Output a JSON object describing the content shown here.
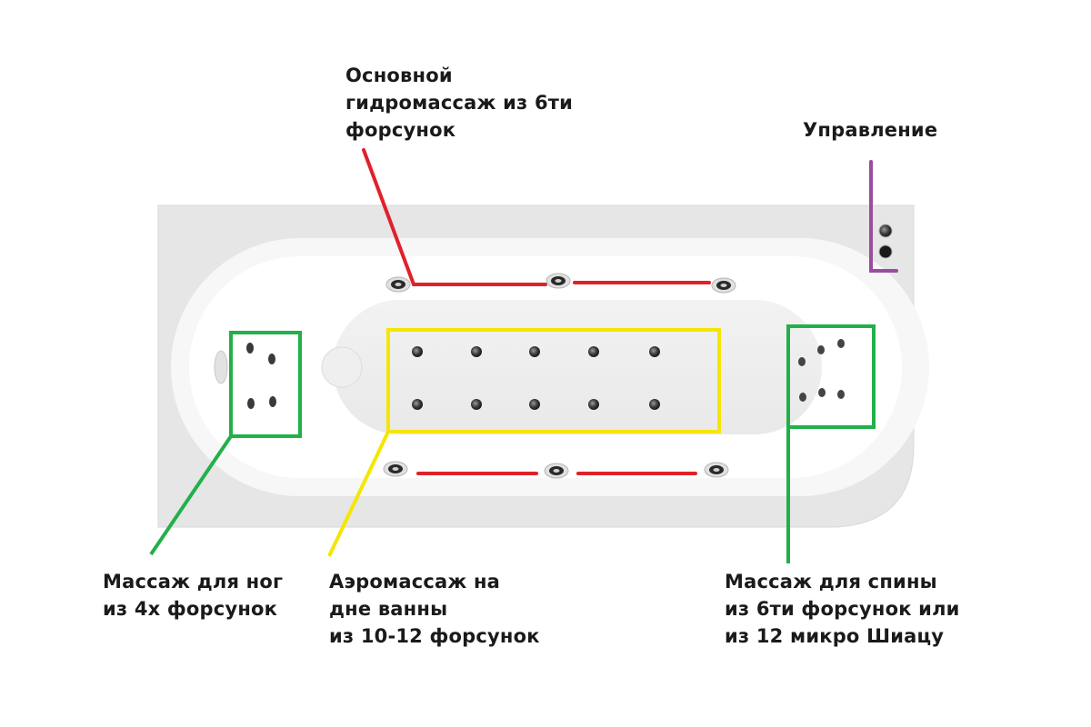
{
  "title": "Hydromassage bathtub jet layout",
  "colors": {
    "main_hydro": "#e0202a",
    "aero": "#f5e600",
    "legs_back": "#22b04b",
    "control": "#9b4ba0",
    "tub_outer": "#e6e6e6",
    "tub_inner": "#ffffff"
  },
  "annotations": {
    "main_hydro": {
      "lines": [
        "Основной",
        "гидромассаж из 6ти",
        "форсунок"
      ],
      "jet_count": 6
    },
    "control": {
      "lines": [
        "Управление"
      ],
      "button_count": 2
    },
    "legs": {
      "lines": [
        "Массаж для ног",
        "из 4х форсунок"
      ],
      "jet_count": 4
    },
    "aero": {
      "lines": [
        "Аэромассаж на",
        "дне ванны",
        "из 10-12 форсунок"
      ],
      "jet_count": 10
    },
    "back": {
      "lines": [
        "Массаж для спины",
        "из 6ти форсунок или",
        "из 12 микро Шиацу"
      ],
      "jet_count": 6
    }
  }
}
